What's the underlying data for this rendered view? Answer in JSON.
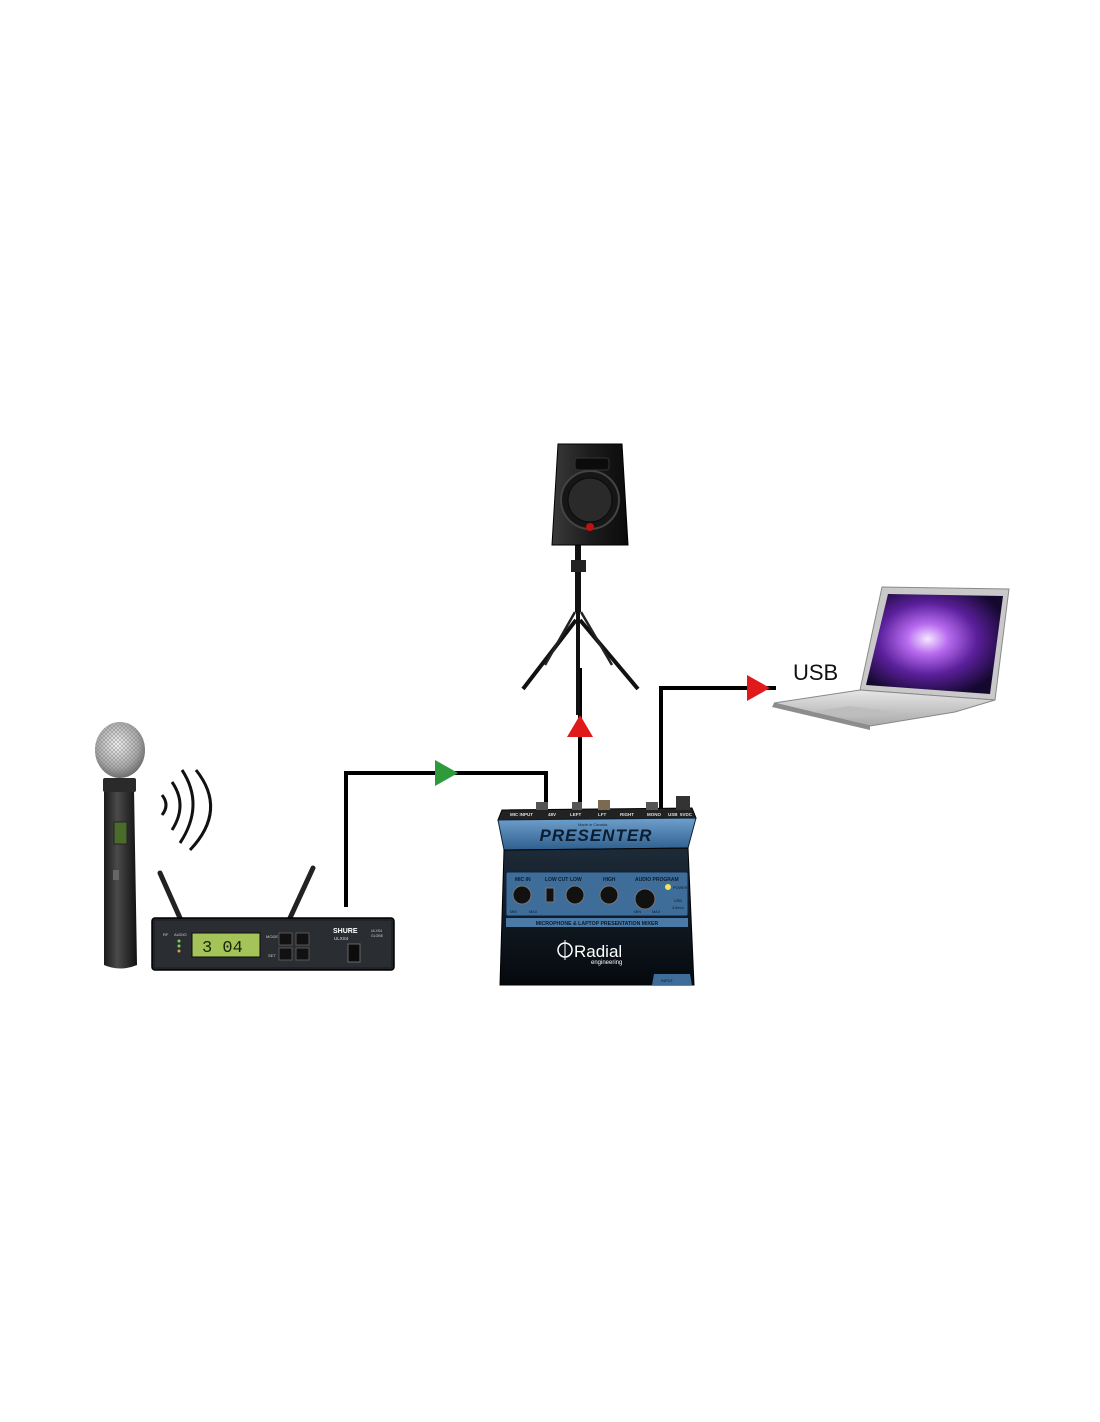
{
  "diagram": {
    "usb_label": "USB",
    "receiver": {
      "brand": "SHURE",
      "model": "ULXS4",
      "display_value": "3 04",
      "left_labels": [
        "RF",
        "AUDIO"
      ],
      "button_labels": [
        "MODE",
        "SET"
      ],
      "side_labels": [
        "ULXS4",
        "GLOBE"
      ]
    },
    "mixer": {
      "title": "PRESENTER",
      "made_in": "Made in Canada",
      "subtitle": "MICROPHONE & LAPTOP PRESENTATION MIXER",
      "brand": "Radial",
      "brand_sub": "engineering",
      "input_label": "INPUT",
      "top_jacks": [
        "MIC INPUT",
        "48V",
        "LEFT",
        "LFT",
        "RIGHT",
        "MONO",
        "USB",
        "5VDC"
      ],
      "knob_labels": [
        "MIC IN",
        "LOW CUT",
        "LOW",
        "HIGH"
      ],
      "min_max": [
        "MIN",
        "MAX"
      ],
      "audio_program": "AUDIO PROGRAM",
      "power_label": "POWER",
      "usb_text": "USB",
      "mm_text": "3.5mm"
    },
    "arrow_colors": {
      "input": "#2e9a3a",
      "output": "#e0191b",
      "cable": "#000000"
    }
  }
}
